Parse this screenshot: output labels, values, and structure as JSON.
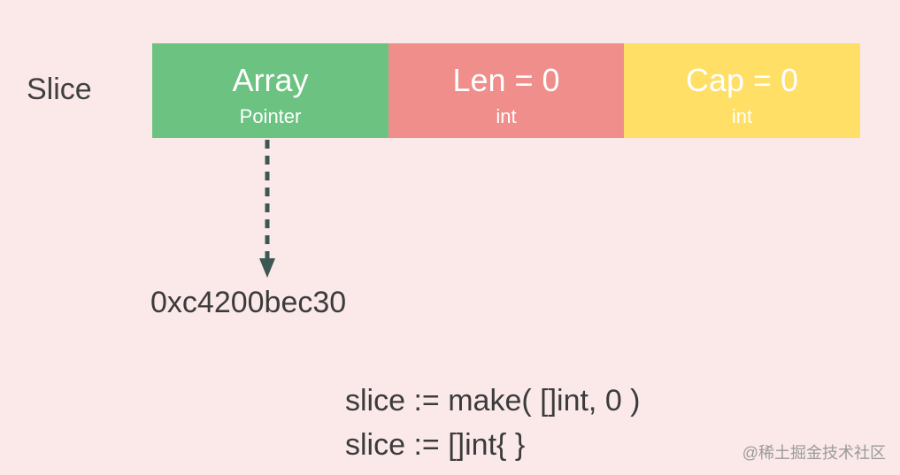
{
  "slice_label": "Slice",
  "cells": {
    "array": {
      "main": "Array",
      "sub": "Pointer",
      "color": "#6cc281"
    },
    "len": {
      "main": "Len = 0",
      "sub": "int",
      "color": "#ef8e8b"
    },
    "cap": {
      "main": "Cap = 0",
      "sub": "int",
      "color": "#ffdf66"
    }
  },
  "pointer_address": "0xc4200bec30",
  "code": {
    "line1": "slice := make( []int, 0 )",
    "line2": "slice := []int{ }"
  },
  "watermark": "@稀土掘金技术社区",
  "colors": {
    "background": "#fbe9ea",
    "arrow": "#3d5753",
    "text": "#3b3b3b"
  }
}
